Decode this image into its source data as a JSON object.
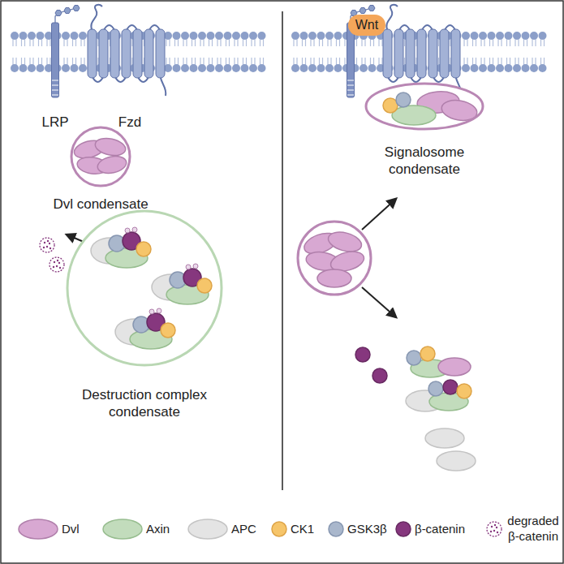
{
  "diagram": {
    "nodes": [
      {
        "text": [
          "Wnt"
        ]
      },
      {
        "text": [
          "Dvl condensate"
        ]
      },
      {
        "text": [
          "Signalosome condensate"
        ]
      },
      {
        "text": [
          "Destruction complex condensate"
        ]
      }
    ],
    "labels": [
      "LRP",
      "Fzd"
    ],
    "legend": [
      {
        "text": "Dvl",
        "color": "#d8a8d2"
      },
      {
        "text": "Axin",
        "color": "#c2dcbc"
      },
      {
        "text": "APC",
        "color": "#e4e4e4"
      },
      {
        "text": "CK1",
        "color": "#f6c56a"
      },
      {
        "text": "GSK3β",
        "color": "#a9b7cc"
      },
      {
        "text": "β-catenin",
        "color": "#86377e"
      },
      {
        "text": "degraded β-catenin"
      }
    ]
  }
}
